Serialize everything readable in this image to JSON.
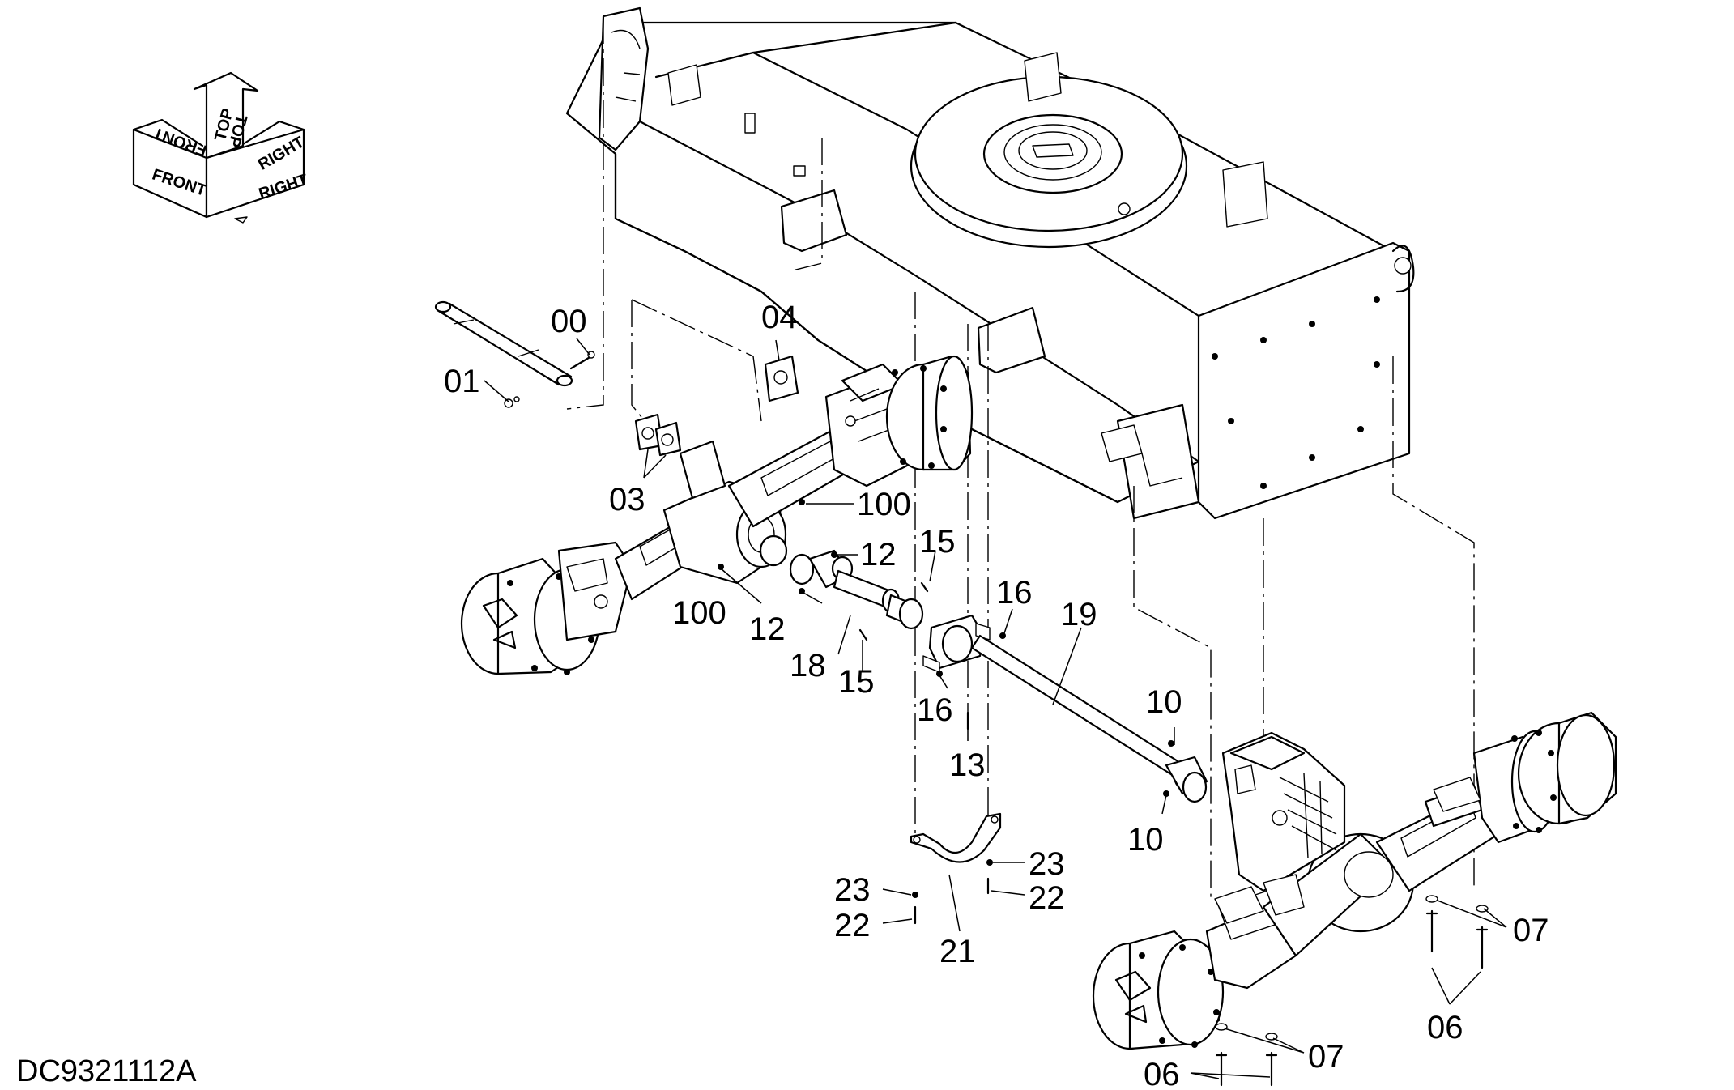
{
  "drawing_id": "DC9321112A",
  "compass": {
    "front": "FRONT",
    "top": "TOP",
    "right": "RIGHT"
  },
  "callouts": {
    "c00": "00",
    "c01": "01",
    "c03": "03",
    "c04": "04",
    "c100a": "100",
    "c100b": "100",
    "c12a": "12",
    "c12b": "12",
    "c15a": "15",
    "c15b": "15",
    "c16a": "16",
    "c16b": "16",
    "c18": "18",
    "c19": "19",
    "c13": "13",
    "c10a": "10",
    "c10b": "10",
    "c23a": "23",
    "c23b": "23",
    "c22a": "22",
    "c22b": "22",
    "c21": "21",
    "c07a": "07",
    "c07b": "07",
    "c06a": "06",
    "c06b": "06"
  }
}
